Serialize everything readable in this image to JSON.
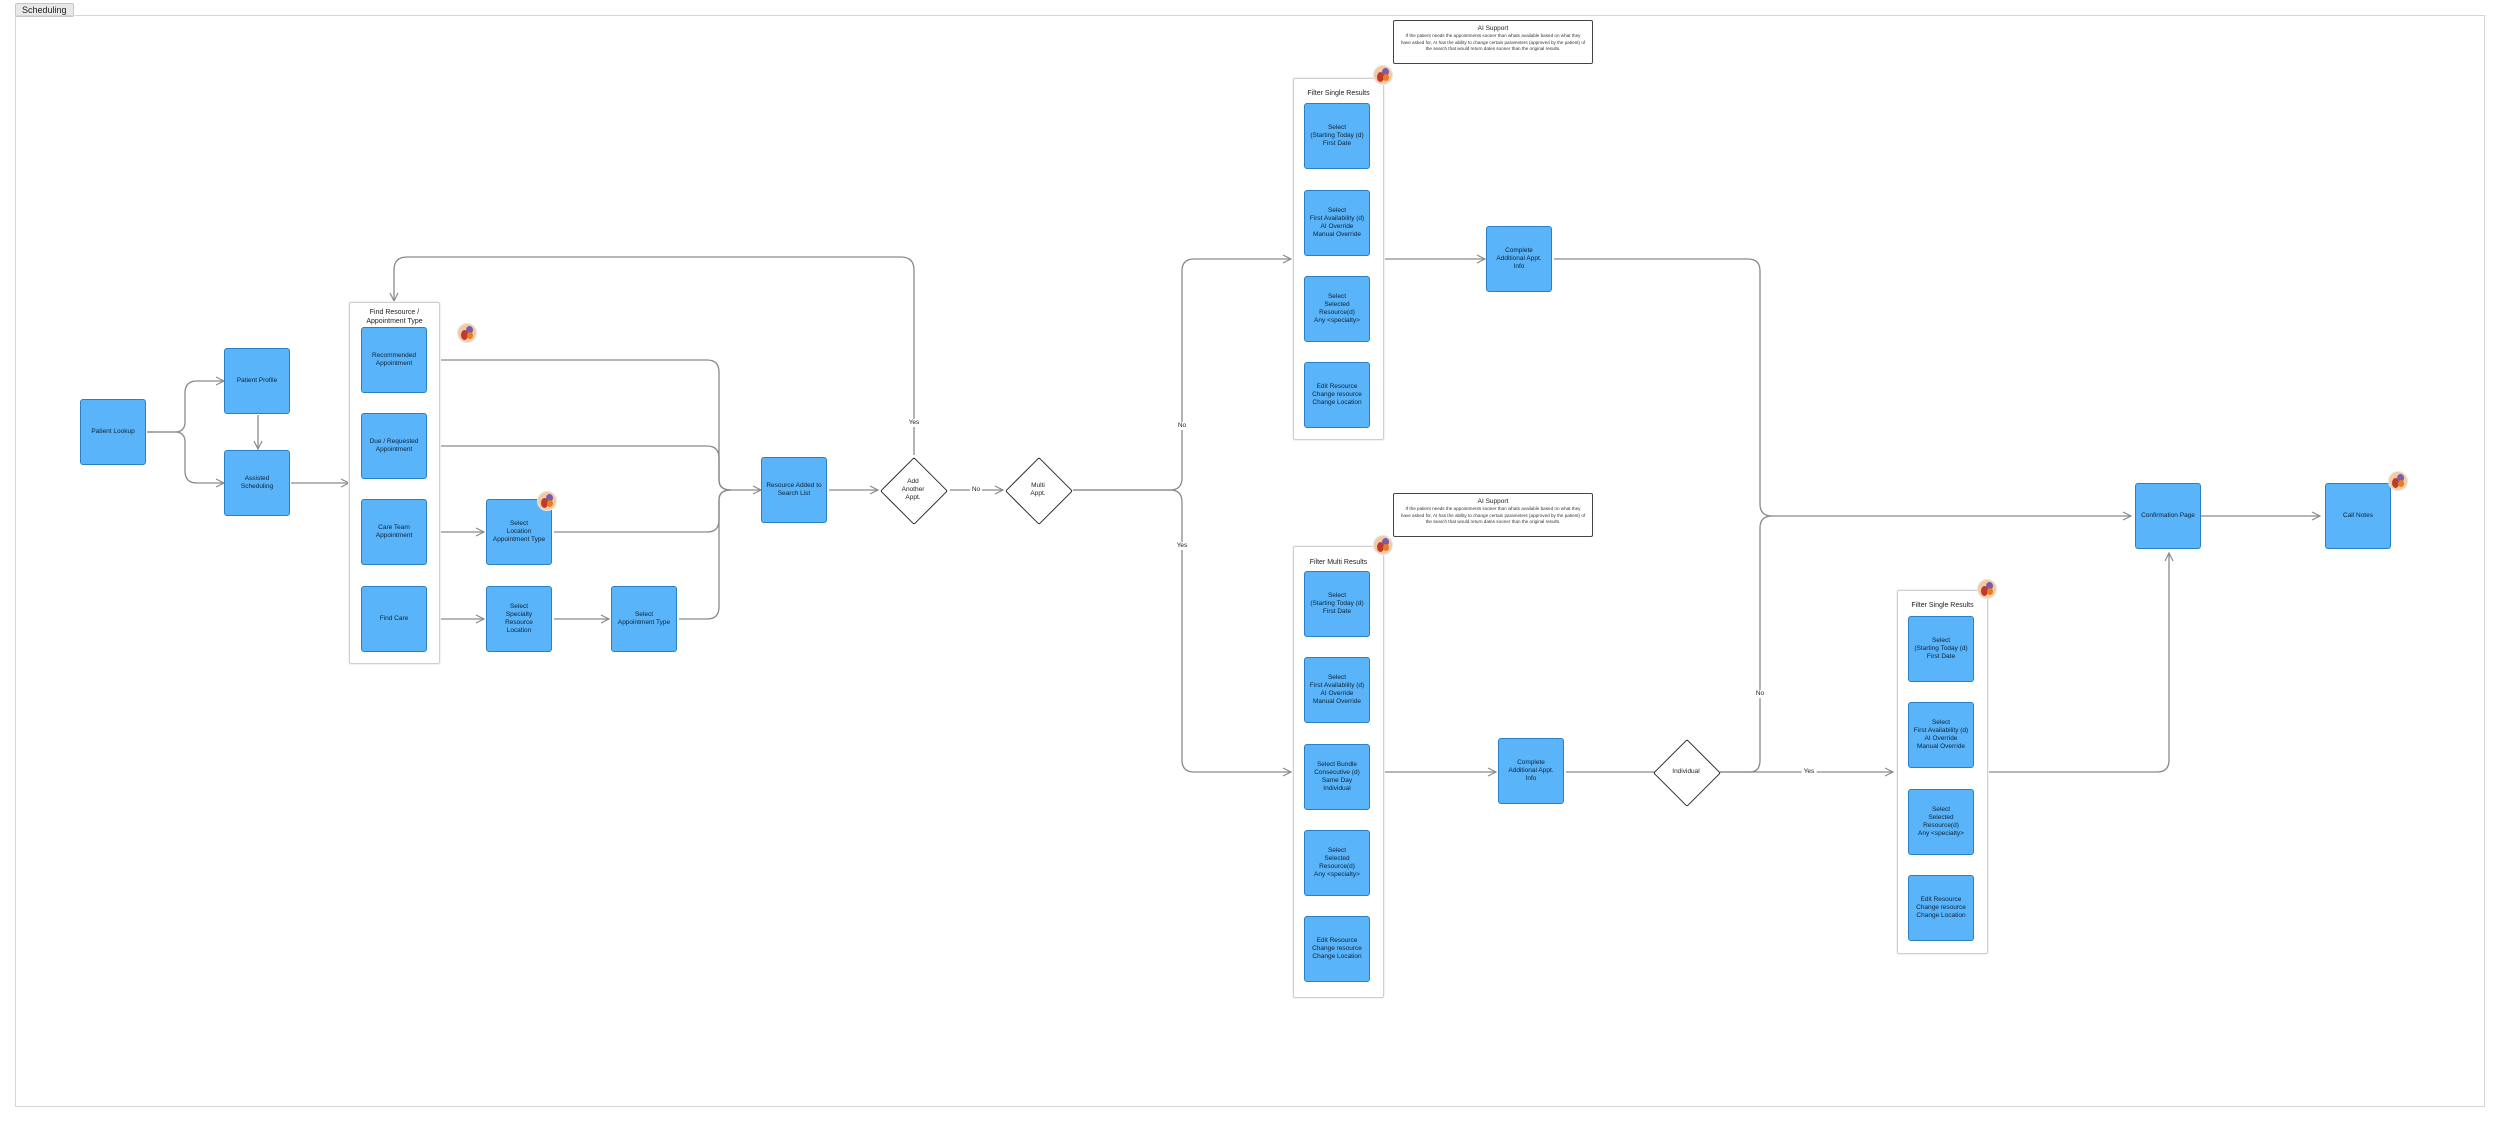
{
  "frame": {
    "title": "Scheduling"
  },
  "groups": {
    "find": {
      "title": "Find Resource /\nAppointment Type"
    },
    "filter_single_top": {
      "title": "Filter Single Results"
    },
    "filter_multi": {
      "title": "Filter Multi Results"
    },
    "filter_single_bottom": {
      "title": "Filter Single Results"
    }
  },
  "boxes": {
    "patient_lookup": "Patient Lookup",
    "patient_profile": "Patient Profile",
    "assisted_scheduling": "Assisted\nScheduling",
    "recommended": "Recommended\nAppointment",
    "due_requested": "Due / Requested\nAppointment",
    "care_team": "Care Team\nAppointment",
    "find_care": "Find Care",
    "select_location_type": "Select\nLocation\nAppointment Type",
    "select_specialty": "Select\nSpecialty\nResource\nLocation",
    "select_appt_type": "Select\nAppointment Type",
    "resource_added": "Resource Added to\nSearch List",
    "fs1_date": "Select\n(Starting Today (d)\nFirst Date",
    "fs1_avail": "Select\nFirst Availability (d)\nAI Override\nManual Override",
    "fs1_resource": "Select\nSelected Resource(d)\nAny <specialty>",
    "fs1_edit": "Edit Resource\nChange resource\nChange Location",
    "complete_top": "Complete\nAdditional Appt.\nInfo",
    "fm_date": "Select\n(Starting Today (d)\nFirst Date",
    "fm_avail": "Select\nFirst Availability (d)\nAI Override\nManual Override",
    "fm_bundle": "Select Bundle\nConsecutive (d)\nSame Day\nIndividual",
    "fm_resource": "Select\nSelected Resource(d)\nAny <specialty>",
    "fm_edit": "Edit Resource\nChange resource\nChange Location",
    "complete_bottom": "Complete\nAdditional Appt.\nInfo",
    "fs2_date": "Select\n(Starting Today (d)\nFirst Date",
    "fs2_avail": "Select\nFirst Availability (d)\nAI Override\nManual Override",
    "fs2_resource": "Select\nSelected Resource(d)\nAny <specialty>",
    "fs2_edit": "Edit Resource\nChange resource\nChange Location",
    "confirmation": "Confirmation Page",
    "call_notes": "Call Notes"
  },
  "diamonds": {
    "add_another": "Add\nAnother\nAppt.",
    "multi_appt": "Multi\nAppt.",
    "individual": "Individual"
  },
  "notes": {
    "top": {
      "title": "AI Support",
      "body": "If the patient needs the appointments sooner than whats available based on what they have asked for, AI has the ability to change certain parameters (approved by the patient) of the search that would return dates sooner than the original results."
    },
    "bottom": {
      "title": "AI Support",
      "body": "If the patient needs the appointments sooner than whats available based on what they have asked for, AI has the ability to change certain parameters (approved by the patient) of the search that would return dates sooner than the original results."
    }
  },
  "edge_labels": {
    "yes_loop": "Yes",
    "no_multi": "No",
    "no_single": "No",
    "yes_multi": "Yes",
    "no_individual": "No",
    "yes_individual": "Yes"
  },
  "colors": {
    "box_fill": "#5ab4f9",
    "box_border": "#2b7fc4",
    "connector": "#8a8a8a"
  },
  "icons": [
    "collaborator-avatar-icon"
  ]
}
